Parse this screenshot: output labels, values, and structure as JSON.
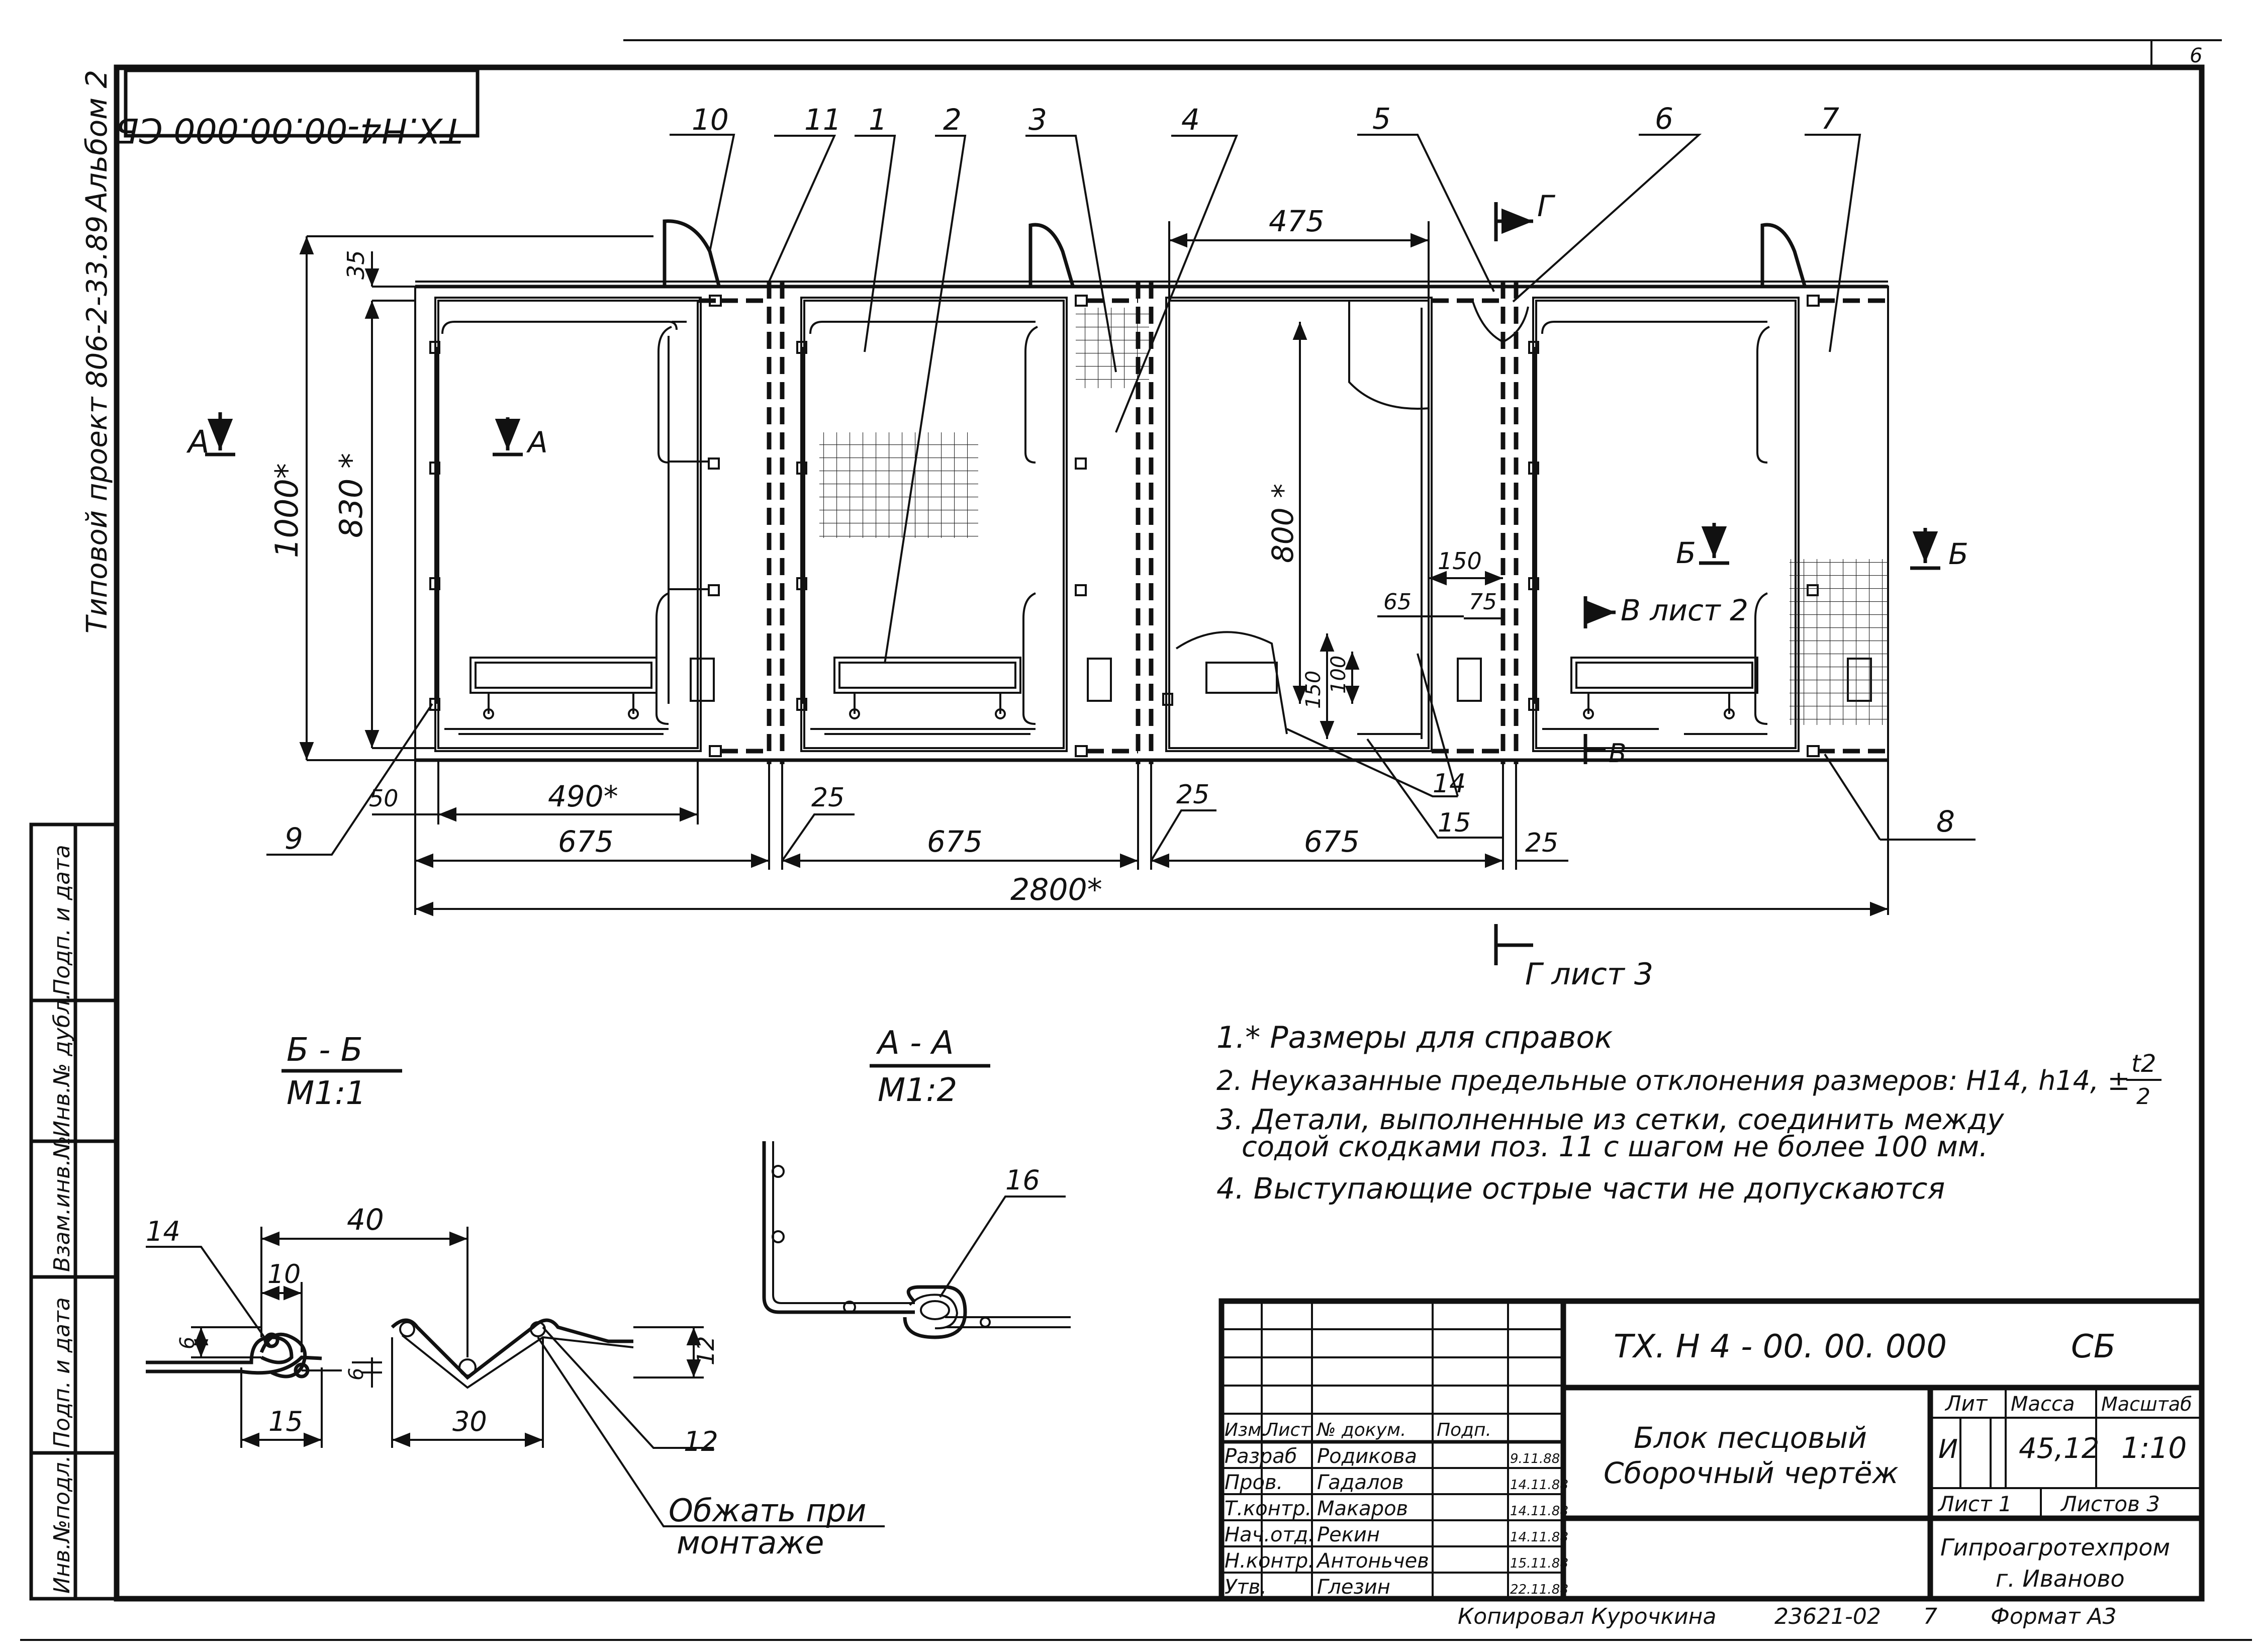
{
  "sheet_number": "6",
  "side_stamp_code": "ТХ.Н4-00.00.000 СБ",
  "side_album": "Альбом 2",
  "side_project": "Типовой проект 806-2-33.89",
  "left_strip": [
    "Инв.№подл.",
    "Подп. и дата",
    "Взам.инв.№",
    "Инв.№ дубл.",
    "Подп. и дата"
  ],
  "positions": [
    "1",
    "2",
    "3",
    "4",
    "5",
    "6",
    "7",
    "8",
    "9",
    "10",
    "11",
    "12",
    "14",
    "15",
    "16"
  ],
  "dims": {
    "d1000": "1000*",
    "d830": "830 *",
    "d35": "35",
    "d490": "490*",
    "d50": "50",
    "d675a": "675",
    "d675b": "675",
    "d675c": "675",
    "d25a": "25",
    "d25b": "25",
    "d25c": "25",
    "d2800": "2800*",
    "d475": "475",
    "d800": "800 *",
    "d150a": "150",
    "d65": "65",
    "d75": "75",
    "d100": "100",
    "d150b": "150",
    "d40": "40",
    "d10": "10",
    "d6a": "6",
    "d6b": "6",
    "d12": "12",
    "d15": "15",
    "d30": "30"
  },
  "section_marks": {
    "a_left": "А",
    "a_right": "А",
    "b_left": "Б",
    "b_right": "Б",
    "v_top": "В лист 2",
    "v_bottom": "В",
    "g_top": "Г",
    "g_bottom": "Г лист 3"
  },
  "sections": {
    "bb_title": "Б - Б",
    "bb_scale": "М1:1",
    "aa_title": "А - А",
    "aa_scale": "М1:2"
  },
  "crimp_note": [
    "Обжать при",
    "монтаже"
  ],
  "notes": [
    "1.* Размеры для справок",
    "2. Неуказанные предельные отклонения размеров: Н14, h14, ±",
    "3. Детали, выполненные из сетки, соединить между",
    "содой скодками поз. 11 с шагом не более 100 мм.",
    "4. Выступающие острые части не допускаются"
  ],
  "note2_fraction": {
    "num": "t2",
    "den": "2"
  },
  "title_block": {
    "code": "ТХ. Н 4 - 00. 00. 000",
    "doc_type": "СБ",
    "name_line1": "Блок песцовый",
    "name_line2": "Сборочный чертёж",
    "header": [
      "Изм.",
      "Лист",
      "№ докум.",
      "Подп."
    ],
    "roles": [
      {
        "role": "Разраб",
        "name": "Родикова",
        "date": "9.11.88"
      },
      {
        "role": "Пров.",
        "name": "Гадалов",
        "date": "14.11.88"
      },
      {
        "role": "Т.контр.",
        "name": "Макаров",
        "date": "14.11.88"
      },
      {
        "role": "Нач.отд.",
        "name": "Рекин",
        "date": "14.11.88"
      },
      {
        "role": "Н.контр.",
        "name": "Антоньчев",
        "date": "15.11.88"
      },
      {
        "role": "Утв.",
        "name": "Глезин",
        "date": "22.11.88"
      }
    ],
    "lit_label": "Лит",
    "mass_label": "Масса",
    "scale_label": "Масштаб",
    "lit_value": "И",
    "mass_value": "45,12",
    "scale_value": "1:10",
    "sheet_label": "Лист 1",
    "sheets_label": "Листов 3",
    "org_line1": "Гипроагротехпром",
    "org_line2": "г. Иваново"
  },
  "footer": {
    "copied": "Копировал Курочкина",
    "number": "23621-02",
    "page": "7",
    "format": "Формат А3"
  }
}
